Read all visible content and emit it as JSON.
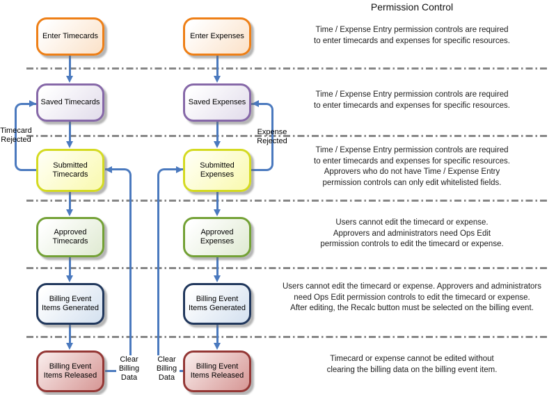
{
  "title": "Permission Control",
  "flow": {
    "timecards": [
      "Enter Timecards",
      "Saved Timecards",
      "Submitted Timecards",
      "Approved Timecards",
      "Billing Event Items Generated",
      "Billing Event Items Released"
    ],
    "expenses": [
      "Enter Expenses",
      "Saved Expenses",
      "Submitted Expenses",
      "Approved Expenses",
      "Billing Event Items Generated",
      "Billing Event Items Released"
    ]
  },
  "edge_labels": {
    "timecard_rejected": "Timecard Rejected",
    "expense_rejected": "Expense Rejected",
    "clear_billing_left": "Clear Billing Data",
    "clear_billing_right": "Clear Billing Data"
  },
  "annotations": [
    {
      "lines": [
        "Time / Expense Entry permission controls are required",
        "to enter timecards and expenses for specific resources."
      ]
    },
    {
      "lines": [
        "Time / Expense Entry permission controls are required",
        "to enter timecards and expenses for specific resources."
      ]
    },
    {
      "lines": [
        "Time / Expense Entry permission controls are required",
        "to enter timecards and expenses for specific resources.",
        "Approvers who do not have Time / Expense Entry",
        "permission controls can only edit whitelisted fields."
      ]
    },
    {
      "lines": [
        "Users cannot edit the timecard or expense.",
        "Approvers and administrators need Ops Edit",
        "permission controls to edit the timecard or expense."
      ]
    },
    {
      "lines": [
        "Users cannot edit the timecard or expense. Approvers and administrators",
        "need Ops Edit permission controls to edit the timecard or expense.",
        "After editing, the Recalc button must be selected on the billing event."
      ]
    },
    {
      "lines": [
        "Timecard or expense cannot be edited without",
        "clearing the billing data on the billing event item."
      ]
    }
  ],
  "colors": {
    "arrow": "#4A79BE",
    "divider": "#868686",
    "enter_border": "#EE7F16",
    "saved_border": "#8668A8",
    "submitted_border": "#D4DA21",
    "approved_border": "#73A135",
    "generated_border": "#20375C",
    "released_border": "#943735"
  }
}
